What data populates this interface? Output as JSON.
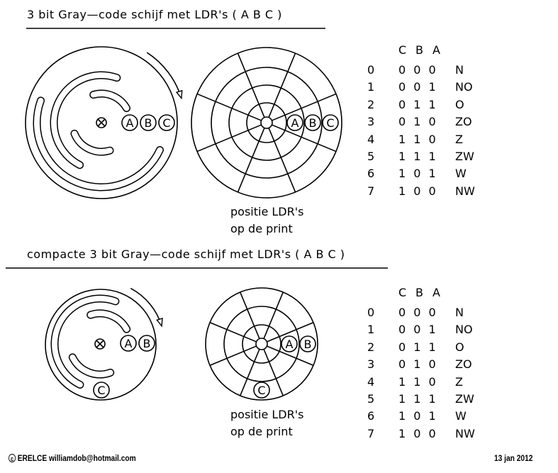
{
  "sections": [
    {
      "title": "3 bit Gray—code schijf met LDR's ( A B C )",
      "ldr_caption": [
        "positie LDR's",
        "op de print"
      ],
      "sensor_labels": [
        "A",
        "B",
        "C"
      ],
      "table": {
        "header": [
          "C",
          "B",
          "A"
        ],
        "rows": [
          [
            "0",
            "0 0 0",
            "N"
          ],
          [
            "1",
            "0 0 1",
            "NO"
          ],
          [
            "2",
            "0 1 1",
            "O"
          ],
          [
            "3",
            "0 1 0",
            "ZO"
          ],
          [
            "4",
            "1 1 0",
            "Z"
          ],
          [
            "5",
            "1 1 1",
            "ZW"
          ],
          [
            "6",
            "1 0 1",
            "W"
          ],
          [
            "7",
            "1 0 0",
            "NW"
          ]
        ]
      }
    },
    {
      "title": "compacte 3 bit Gray—code schijf met LDR's ( A B C )",
      "ldr_caption": [
        "positie LDR's",
        "op de print"
      ],
      "sensor_labels": [
        "A",
        "B",
        "C"
      ],
      "table": {
        "header": [
          "C",
          "B",
          "A"
        ],
        "rows": [
          [
            "0",
            "0 0 0",
            "N"
          ],
          [
            "1",
            "0 0 1",
            "NO"
          ],
          [
            "2",
            "0 1 1",
            "O"
          ],
          [
            "3",
            "0 1 0",
            "ZO"
          ],
          [
            "4",
            "1 1 0",
            "Z"
          ],
          [
            "5",
            "1 1 1",
            "ZW"
          ],
          [
            "6",
            "1 0 1",
            "W"
          ],
          [
            "7",
            "1 0 0",
            "NW"
          ]
        ]
      }
    }
  ],
  "footer": {
    "copyright_symbol": "c",
    "author": "ERELCE  williamdob@hotmail.com",
    "date": "13 jan 2012"
  }
}
